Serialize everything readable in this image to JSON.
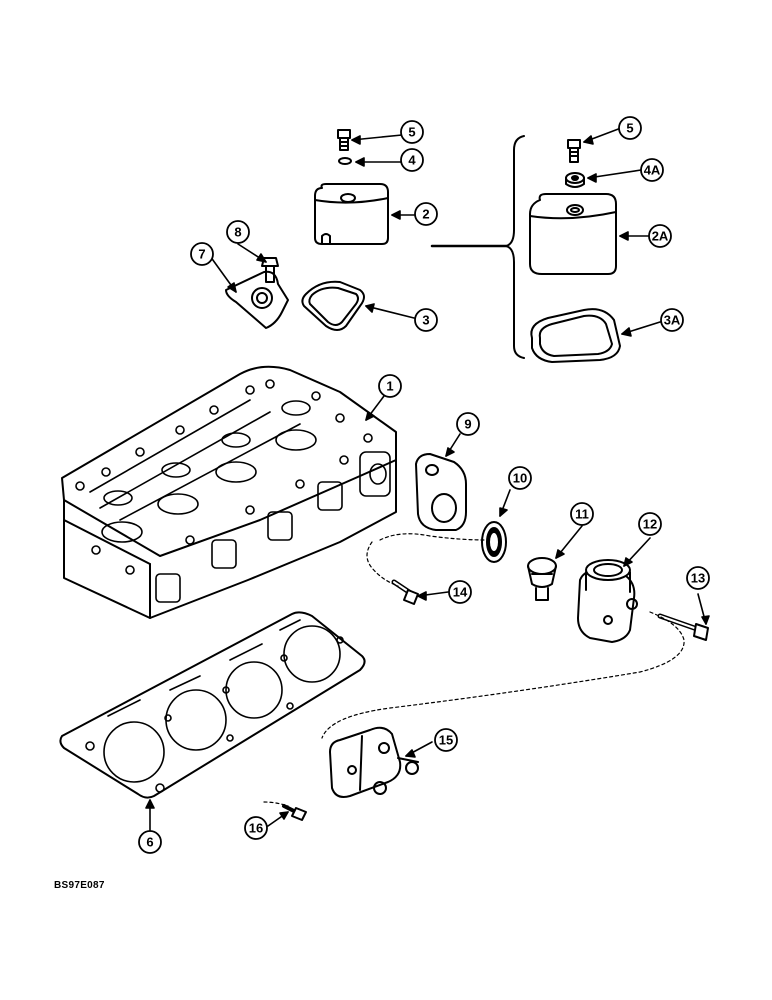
{
  "callouts": [
    {
      "id": "c1",
      "label": "1"
    },
    {
      "id": "c2",
      "label": "2"
    },
    {
      "id": "c2a",
      "label": "2A"
    },
    {
      "id": "c3",
      "label": "3"
    },
    {
      "id": "c3a",
      "label": "3A"
    },
    {
      "id": "c4",
      "label": "4"
    },
    {
      "id": "c4a",
      "label": "4A"
    },
    {
      "id": "c5l",
      "label": "5"
    },
    {
      "id": "c5r",
      "label": "5"
    },
    {
      "id": "c6",
      "label": "6"
    },
    {
      "id": "c7",
      "label": "7"
    },
    {
      "id": "c8",
      "label": "8"
    },
    {
      "id": "c9",
      "label": "9"
    },
    {
      "id": "c10",
      "label": "10"
    },
    {
      "id": "c11",
      "label": "11"
    },
    {
      "id": "c12",
      "label": "12"
    },
    {
      "id": "c13",
      "label": "13"
    },
    {
      "id": "c14",
      "label": "14"
    },
    {
      "id": "c15",
      "label": "15"
    },
    {
      "id": "c16",
      "label": "16"
    }
  ],
  "figure_code": "BS97E087"
}
